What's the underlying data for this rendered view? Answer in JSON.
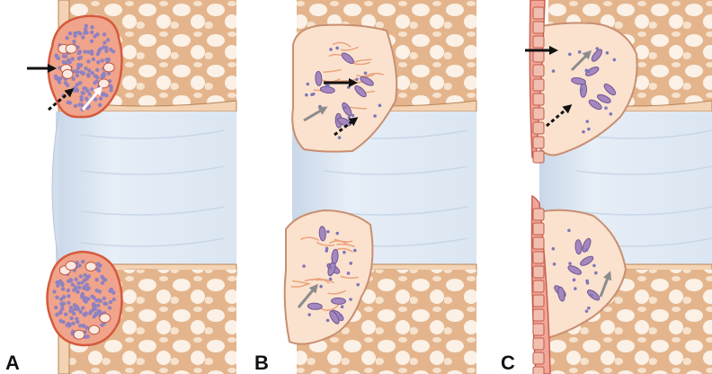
{
  "panels": [
    {
      "id": "A",
      "label": "A"
    },
    {
      "id": "B",
      "label": "B"
    },
    {
      "id": "C",
      "label": "C"
    }
  ],
  "colors": {
    "bone": "#f3d3b3",
    "bone_dark": "#e0ae84",
    "bone_outline": "#b98456",
    "marrow": "#fbf1e6",
    "disc": "#dfe9f4",
    "disc_edge": "#b8cadd",
    "inflammation": "#f0a48b",
    "inflammation_dark": "#d55a3e",
    "fibrous": "#fbe2cf",
    "cell_purple": "#8f82c0",
    "chondro": "#f1bfb0",
    "arrow_black": "#111111",
    "arrow_gray": "#8c8c8c"
  },
  "icons": {
    "black_arrow": "arrow-black-solid",
    "dotted_arrow": "arrow-black-dotted",
    "white_arrow": "arrow-white",
    "gray_arrow": "arrow-gray"
  }
}
